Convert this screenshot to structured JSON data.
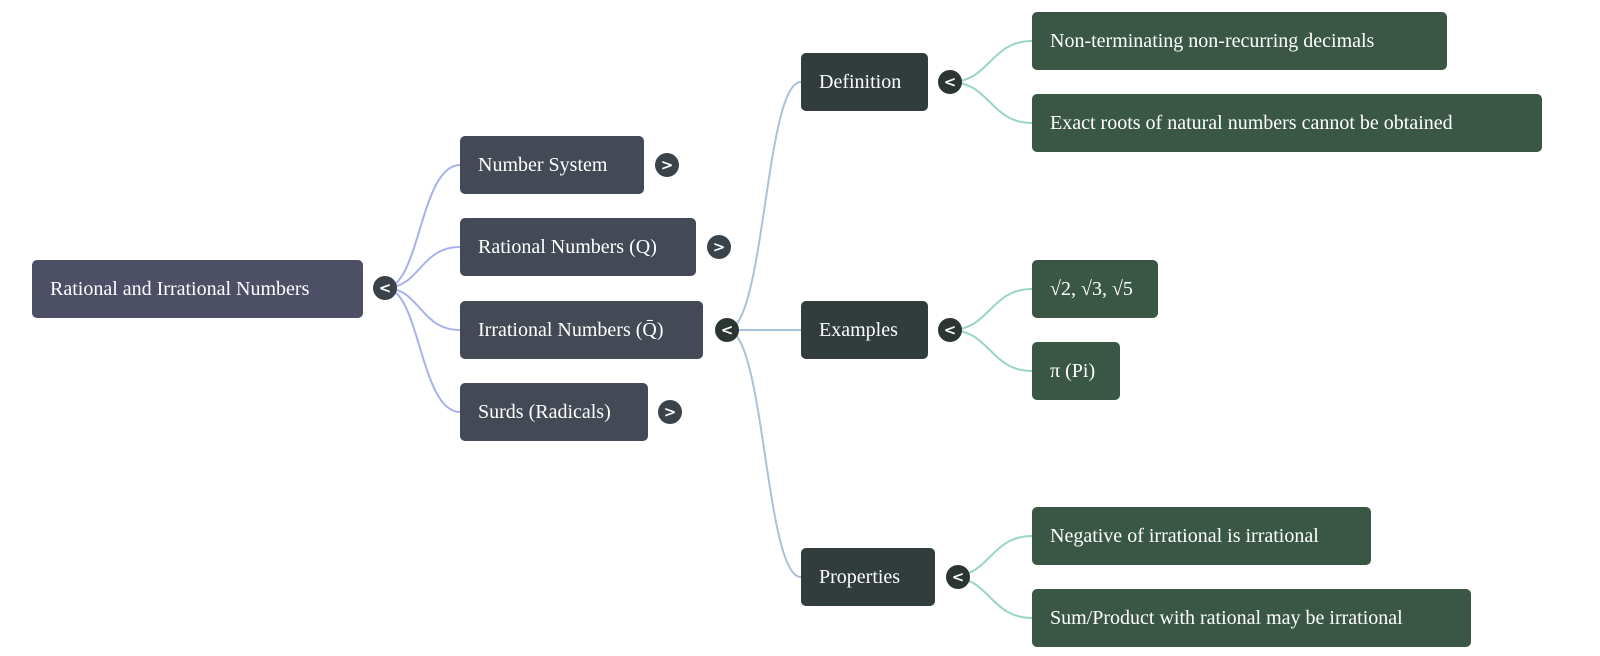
{
  "root": {
    "label": "Rational and Irrational Numbers",
    "toggle": "<"
  },
  "topics": [
    {
      "label": "Number System",
      "toggle": ">"
    },
    {
      "label": "Rational Numbers (Q)",
      "toggle": ">"
    },
    {
      "label": "Irrational Numbers (Q̄)",
      "toggle": "<"
    },
    {
      "label": "Surds (Radicals)",
      "toggle": ">"
    }
  ],
  "subtopics": [
    {
      "label": "Definition",
      "toggle": "<",
      "children": [
        "Non-terminating non-recurring decimals",
        "Exact roots of natural numbers cannot be obtained"
      ]
    },
    {
      "label": "Examples",
      "toggle": "<",
      "children": [
        "√2, √3, √5",
        "π (Pi)"
      ]
    },
    {
      "label": "Properties",
      "toggle": "<",
      "children": [
        "Negative of irrational is irrational",
        "Sum/Product with rational may be irrational"
      ]
    }
  ],
  "colors": {
    "root_links": "#aab0ee",
    "topic_links": "#a9c3dc",
    "leaf_links": "#98d6c2"
  }
}
